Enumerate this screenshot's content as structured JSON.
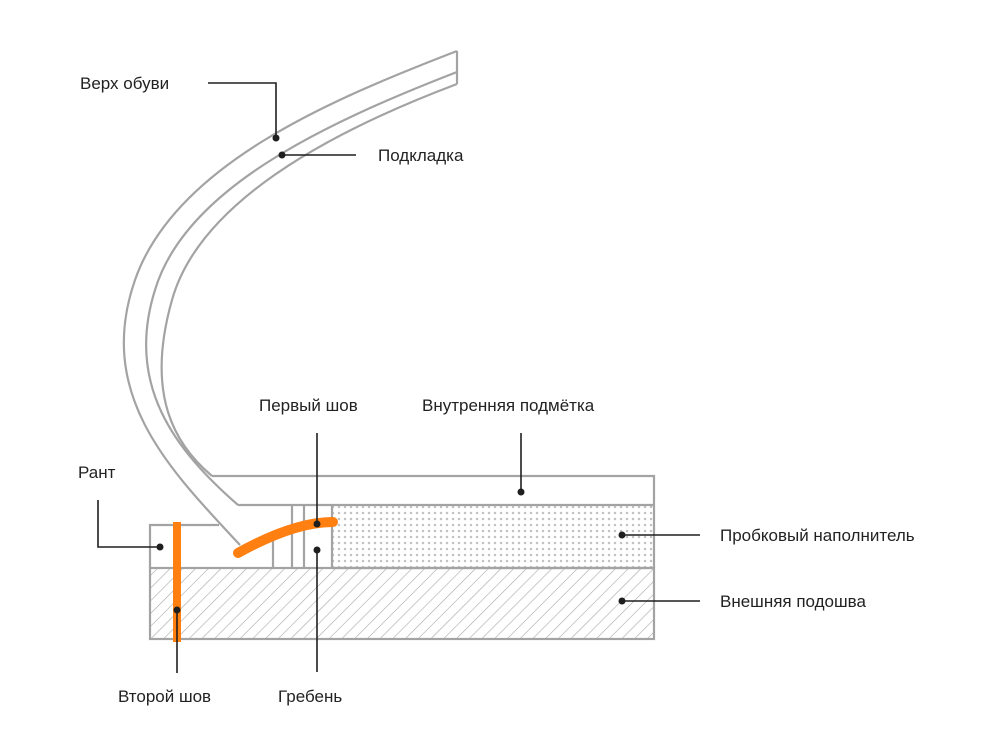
{
  "colors": {
    "outline": "#a3a3a3",
    "stitch": "#ff7f11",
    "leader": "#1f1f1f",
    "text": "#222222",
    "cork_dots": "#c2c2c2",
    "hatch": "#a8a8a8"
  },
  "labels": {
    "upper": "Верх обуви",
    "lining": "Подкладка",
    "welt": "Рант",
    "first_stitch": "Первый шов",
    "insole": "Внутренняя подмётка",
    "cork_filler": "Пробковый наполнитель",
    "outsole": "Внешняя подошва",
    "second_stitch": "Второй шов",
    "rib": "Гребень"
  }
}
